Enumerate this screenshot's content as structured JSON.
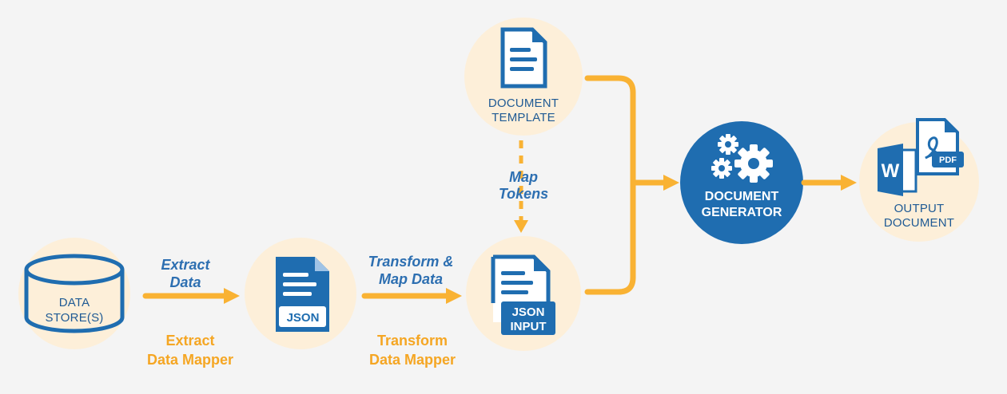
{
  "nodes": {
    "data_store": {
      "label_line1": "DATA",
      "label_line2": "STORE(S)",
      "icon": "database-icon"
    },
    "json": {
      "badge": "JSON",
      "icon": "json-document-icon"
    },
    "json_input": {
      "badge_line1": "JSON",
      "badge_line2": "INPUT",
      "icon": "json-input-document-icon"
    },
    "document_template": {
      "label_line1": "DOCUMENT",
      "label_line2": "TEMPLATE",
      "icon": "document-template-icon"
    },
    "document_generator": {
      "label_line1": "DOCUMENT",
      "label_line2": "GENERATOR",
      "icon": "gears-icon"
    },
    "output_document": {
      "label_line1": "OUTPUT",
      "label_line2": "DOCUMENT",
      "icon": "word-pdf-icon",
      "word_letter": "W",
      "pdf_badge": "PDF"
    }
  },
  "edges": {
    "extract": {
      "line1": "Extract",
      "line2": "Data"
    },
    "transform": {
      "line1": "Transform &",
      "line2": "Map Data"
    },
    "map_tokens": {
      "line1": "Map",
      "line2": "Tokens"
    }
  },
  "mappers": {
    "extract": {
      "line1": "Extract",
      "line2": "Data Mapper"
    },
    "transform": {
      "line1": "Transform",
      "line2": "Data Mapper"
    }
  },
  "colors": {
    "background": "#f4f4f4",
    "node_fill": "#fdefd9",
    "primary_blue": "#1f6db0",
    "flow_orange": "#f9b233",
    "mapper_orange": "#f5a623"
  }
}
